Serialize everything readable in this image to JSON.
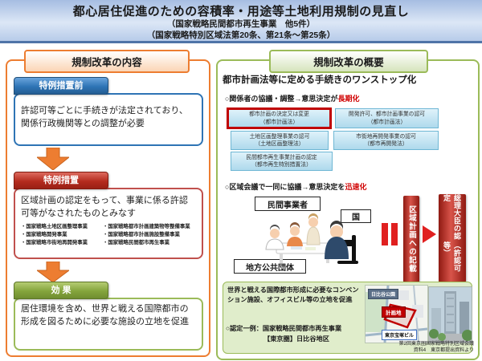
{
  "title": {
    "main": "都心居住促進のための容積率・用途等土地利用規制の見直し",
    "sub1": "（国家戦略民間都市再生事業　他5件）",
    "sub2": "（国家戦略特別区域法第20条、第21条～第25条）"
  },
  "left_panel": {
    "header": "規制改革の内容",
    "before": {
      "label": "特例措置前",
      "body": "許認可等ごとに手続きが法定されており、関係行政機関等との調整が必要"
    },
    "measure": {
      "label": "特例措置",
      "body": "区域計画の認定をもって、事業に係る許認可等がなされたものとみなす",
      "bullets": [
        "・国家戦略土地区画整理事業",
        "・国家戦略開発事業",
        "・国家戦略市街地再開発事業",
        "・国家戦略都市計画建築物等整備事業",
        "・国家戦略都市計画施設整備事業",
        "・国家戦略民間都市再生事業"
      ]
    },
    "effect": {
      "label": "効 果",
      "body": "居住環境を含め、世界と戦える国際都市の形成を図るために必要な施設の立地を促進"
    }
  },
  "right_panel": {
    "header": "規制改革の概要",
    "onestop_title": "都市計画法等に定める手続きのワンストップ化",
    "flow1": {
      "prefix": "○関係者の協議・調整→意思決定が",
      "highlight": "長期化"
    },
    "procedure_boxes": [
      {
        "name": "都市計画の決定又は変更",
        "law": "（都市計画法）"
      },
      {
        "name": "開発許可、都市計画事業の認可",
        "law": "（都市計画法）"
      },
      {
        "name": "土地区画整理事業の認可",
        "law": "（土地区画整理法）"
      },
      {
        "name": "市街地再開発事業の認可",
        "law": "（都市再開発法）"
      },
      {
        "name": "民間都市再生事業計画の認定",
        "law": "（都市再生特別措置法）"
      }
    ],
    "flow2": {
      "prefix": "○区域会議で一同に協議→意思決定を",
      "highlight": "迅速化"
    },
    "actors": {
      "private": "民間事業者",
      "national": "国",
      "local": "地方公共団体"
    },
    "red_flow": {
      "write": "区域計画への記載",
      "approve_line1": "総理大臣の認定",
      "approve_line2": "（許認可等）"
    },
    "example": {
      "body": "世界と戦える国際都市形成に必要なコンベンション施設、オフィスビル等の立地を促進",
      "case_line1": "○認定一例：国家戦略民間都市再生事業",
      "case_line2": "【東京圏】日比谷地区",
      "caption_line1": "第2回東京圏国家戦略特別区域会議",
      "caption_line2": "資料4　東京都提出資料より",
      "map_labels": {
        "park": "日比谷公園",
        "site": "計画地",
        "building": "東京宝塚ビル"
      }
    }
  },
  "colors": {
    "title_bg": "#b7cbe9",
    "title_border": "#4f74a8",
    "left_accent": "#ED7D31",
    "right_accent": "#9BBB59",
    "blue_tab": "#2E74B5",
    "red_tab": "#B42B1E",
    "green_tab": "#84A43C",
    "proc_box_fill": "#BFE0EF",
    "highlight_red": "#C00000"
  }
}
